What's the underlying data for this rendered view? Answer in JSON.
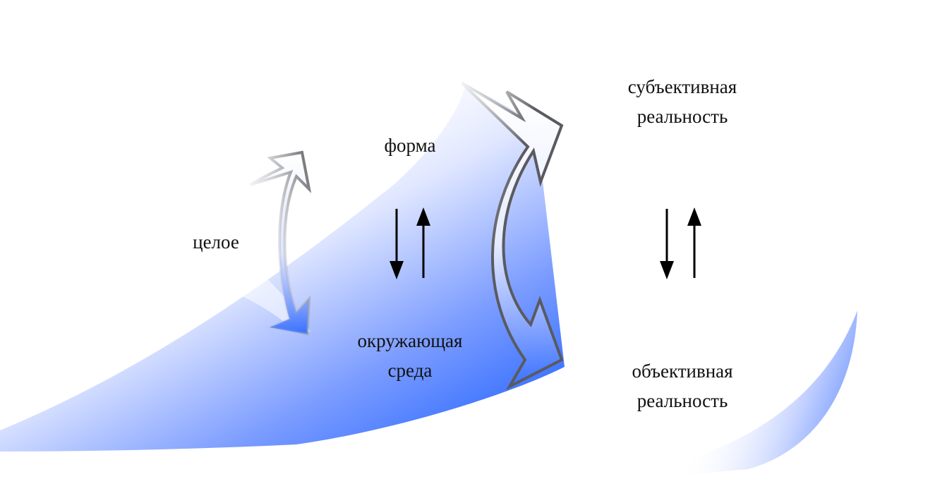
{
  "labels": {
    "whole": "целое",
    "form": "форма",
    "environment": [
      "окружающая",
      "среда"
    ],
    "subjective": [
      "субъективная",
      "реальность"
    ],
    "objective": [
      "объективная",
      "реальность"
    ]
  },
  "colors": {
    "accent_blue": "#3f75ff",
    "pale_blue": "#c7d5ff",
    "outline_gray": "#6e6e72",
    "arrow_black": "#000000"
  }
}
